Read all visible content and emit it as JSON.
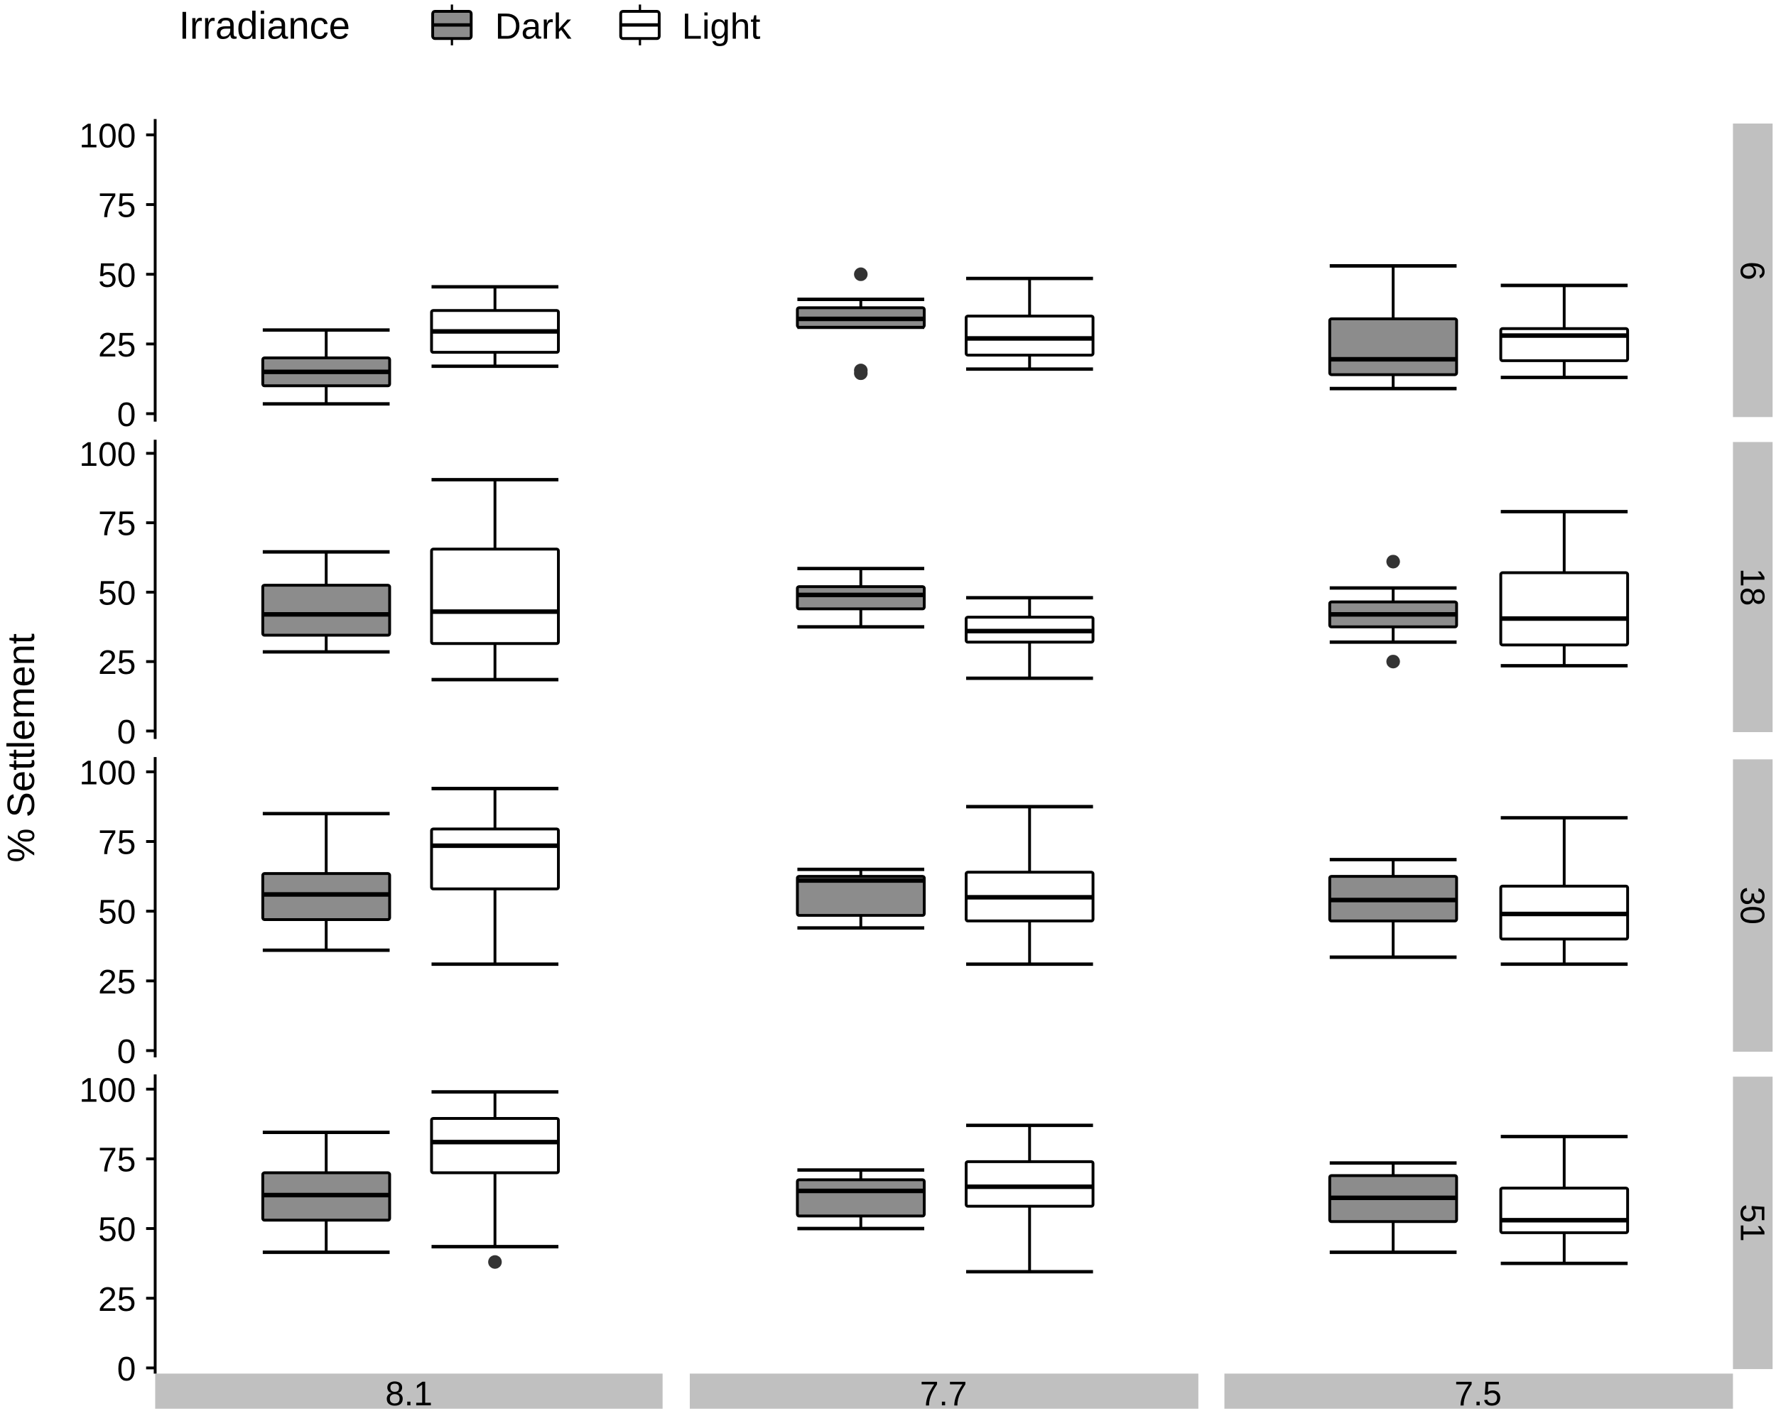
{
  "legend": {
    "title": "Irradiance",
    "items": [
      {
        "label": "Dark",
        "fill": "#8c8c8c"
      },
      {
        "label": "Light",
        "fill": "#ffffff"
      }
    ]
  },
  "ylabel": "% Settlement",
  "yticks": [
    "0",
    "25",
    "50",
    "75",
    "100"
  ],
  "strip_color": "#c0c0c0",
  "columns": [
    "8.1",
    "7.7",
    "7.5"
  ],
  "rows": [
    "6",
    "18",
    "30",
    "51"
  ],
  "chart_data": {
    "type": "boxplot",
    "title": "",
    "xlabel": "",
    "ylabel": "% Settlement",
    "ylim": [
      0,
      100
    ],
    "yticks": [
      0,
      25,
      50,
      75,
      100
    ],
    "grid": false,
    "legend_position": "top",
    "legend_title": "Irradiance",
    "groups": [
      "Dark",
      "Light"
    ],
    "facet_columns": [
      "8.1",
      "7.7",
      "7.5"
    ],
    "facet_rows": [
      "6",
      "18",
      "30",
      "51"
    ],
    "panels": [
      {
        "row": "6",
        "col": "8.1",
        "boxes": [
          {
            "group": "Dark",
            "lower_whisker": 3.5,
            "q1": 10,
            "median": 15,
            "q3": 20,
            "upper_whisker": 30,
            "outliers": []
          },
          {
            "group": "Light",
            "lower_whisker": 17,
            "q1": 22,
            "median": 29.5,
            "q3": 37,
            "upper_whisker": 45.5,
            "outliers": []
          }
        ]
      },
      {
        "row": "6",
        "col": "7.7",
        "boxes": [
          {
            "group": "Dark",
            "lower_whisker": 31,
            "q1": 31,
            "median": 34,
            "q3": 38,
            "upper_whisker": 41,
            "outliers": [
              50,
              15.5,
              14.5
            ]
          },
          {
            "group": "Light",
            "lower_whisker": 16,
            "q1": 21,
            "median": 27,
            "q3": 35,
            "upper_whisker": 48.5,
            "outliers": []
          }
        ]
      },
      {
        "row": "6",
        "col": "7.5",
        "boxes": [
          {
            "group": "Dark",
            "lower_whisker": 9,
            "q1": 14,
            "median": 19.5,
            "q3": 34,
            "upper_whisker": 53,
            "outliers": []
          },
          {
            "group": "Light",
            "lower_whisker": 13,
            "q1": 19,
            "median": 28,
            "q3": 30.5,
            "upper_whisker": 46,
            "outliers": []
          }
        ]
      },
      {
        "row": "18",
        "col": "8.1",
        "boxes": [
          {
            "group": "Dark",
            "lower_whisker": 28.5,
            "q1": 34.5,
            "median": 42,
            "q3": 52.5,
            "upper_whisker": 64.5,
            "outliers": []
          },
          {
            "group": "Light",
            "lower_whisker": 18.5,
            "q1": 31.5,
            "median": 43,
            "q3": 65.5,
            "upper_whisker": 90.5,
            "outliers": []
          }
        ]
      },
      {
        "row": "18",
        "col": "7.7",
        "boxes": [
          {
            "group": "Dark",
            "lower_whisker": 37.5,
            "q1": 44,
            "median": 49,
            "q3": 52,
            "upper_whisker": 58.5,
            "outliers": []
          },
          {
            "group": "Light",
            "lower_whisker": 19,
            "q1": 32,
            "median": 36,
            "q3": 41,
            "upper_whisker": 48,
            "outliers": []
          }
        ]
      },
      {
        "row": "18",
        "col": "7.5",
        "boxes": [
          {
            "group": "Dark",
            "lower_whisker": 32,
            "q1": 37.5,
            "median": 42,
            "q3": 46.5,
            "upper_whisker": 51.5,
            "outliers": [
              61,
              25
            ]
          },
          {
            "group": "Light",
            "lower_whisker": 23.5,
            "q1": 31,
            "median": 40.5,
            "q3": 57,
            "upper_whisker": 79,
            "outliers": []
          }
        ]
      },
      {
        "row": "30",
        "col": "8.1",
        "boxes": [
          {
            "group": "Dark",
            "lower_whisker": 36,
            "q1": 47,
            "median": 56,
            "q3": 63.5,
            "upper_whisker": 85,
            "outliers": []
          },
          {
            "group": "Light",
            "lower_whisker": 31,
            "q1": 58,
            "median": 73.5,
            "q3": 79.5,
            "upper_whisker": 94,
            "outliers": []
          }
        ]
      },
      {
        "row": "30",
        "col": "7.7",
        "boxes": [
          {
            "group": "Dark",
            "lower_whisker": 44,
            "q1": 48.5,
            "median": 61,
            "q3": 62.5,
            "upper_whisker": 65,
            "outliers": []
          },
          {
            "group": "Light",
            "lower_whisker": 31,
            "q1": 46.5,
            "median": 55,
            "q3": 64,
            "upper_whisker": 87.5,
            "outliers": []
          }
        ]
      },
      {
        "row": "30",
        "col": "7.5",
        "boxes": [
          {
            "group": "Dark",
            "lower_whisker": 33.5,
            "q1": 46.5,
            "median": 54,
            "q3": 62.5,
            "upper_whisker": 68.5,
            "outliers": []
          },
          {
            "group": "Light",
            "lower_whisker": 31,
            "q1": 40,
            "median": 49,
            "q3": 59,
            "upper_whisker": 83.5,
            "outliers": []
          }
        ]
      },
      {
        "row": "51",
        "col": "8.1",
        "boxes": [
          {
            "group": "Dark",
            "lower_whisker": 41.5,
            "q1": 53,
            "median": 62,
            "q3": 70,
            "upper_whisker": 84.5,
            "outliers": []
          },
          {
            "group": "Light",
            "lower_whisker": 43.5,
            "q1": 70,
            "median": 81,
            "q3": 89.5,
            "upper_whisker": 99,
            "outliers": [
              38
            ]
          }
        ]
      },
      {
        "row": "51",
        "col": "7.7",
        "boxes": [
          {
            "group": "Dark",
            "lower_whisker": 50,
            "q1": 54.5,
            "median": 63.5,
            "q3": 67.5,
            "upper_whisker": 71,
            "outliers": []
          },
          {
            "group": "Light",
            "lower_whisker": 34.5,
            "q1": 58,
            "median": 65,
            "q3": 74,
            "upper_whisker": 87,
            "outliers": []
          }
        ]
      },
      {
        "row": "51",
        "col": "7.5",
        "boxes": [
          {
            "group": "Dark",
            "lower_whisker": 41.5,
            "q1": 52.5,
            "median": 61,
            "q3": 69,
            "upper_whisker": 73.5,
            "outliers": []
          },
          {
            "group": "Light",
            "lower_whisker": 37.5,
            "q1": 48.5,
            "median": 53,
            "q3": 64.5,
            "upper_whisker": 83,
            "outliers": []
          }
        ]
      }
    ]
  }
}
